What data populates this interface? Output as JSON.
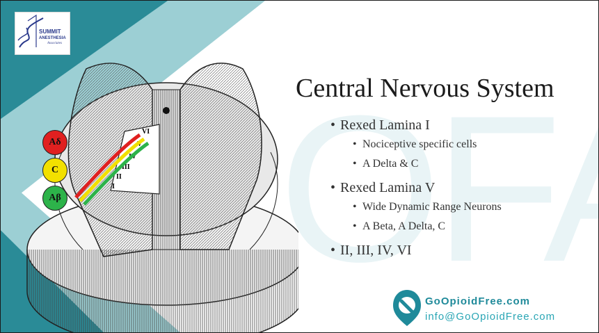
{
  "slide": {
    "title": "Central Nervous System",
    "watermark_text": "OFA",
    "colors": {
      "teal_dark": "#1e7f8c",
      "teal_light": "#8fc9cf",
      "teal_mid": "#4aa8b3"
    }
  },
  "logo": {
    "lines": [
      "SUMMIT",
      "ANESTHESIA",
      "Associates"
    ]
  },
  "bullets": [
    {
      "text": "Rexed Lamina I",
      "children": [
        "Nociceptive specific cells",
        "A Delta & C"
      ]
    },
    {
      "text": "Rexed Lamina V",
      "children": [
        "Wide Dynamic Range Neurons",
        "A Beta, A Delta, C"
      ]
    },
    {
      "text": "II, III, IV, VI",
      "children": []
    }
  ],
  "diagram": {
    "fibers": [
      {
        "label": "Aδ",
        "color": "#e02020"
      },
      {
        "label": "C",
        "color": "#f2e000"
      },
      {
        "label": "Aβ",
        "color": "#2db34a"
      }
    ],
    "laminae": [
      "VI",
      "V",
      "IV",
      "III",
      "II",
      "I"
    ]
  },
  "brand": {
    "name": "GoOpioidFree.com",
    "email": "info@GoOpioidFree.com"
  }
}
